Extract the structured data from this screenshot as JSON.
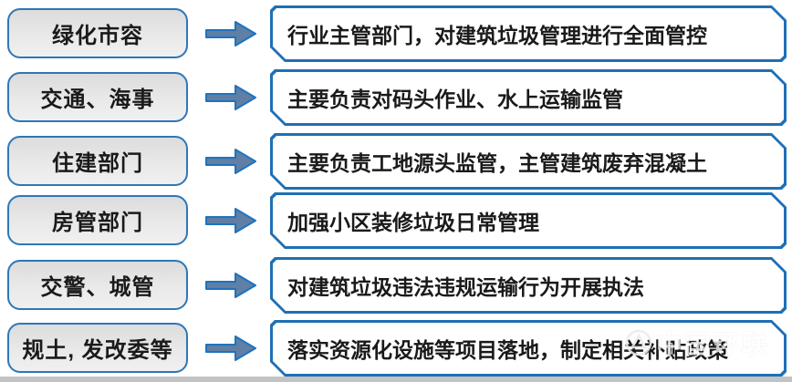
{
  "diagram": {
    "topic": "construction-waste-management-responsibilities",
    "rows": [
      {
        "department": "绿化市容",
        "responsibility": "行业主管部门，对建筑垃圾管理进行全面管控"
      },
      {
        "department": "交通、海事",
        "responsibility": "主要负责对码头作业、水上运输监管"
      },
      {
        "department": "住建部门",
        "responsibility": "主要负责工地源头监管，主管建筑废弃混凝土"
      },
      {
        "department": "房管部门",
        "responsibility": "加强小区装修垃圾日常管理"
      },
      {
        "department": "交警、城管",
        "responsibility": "对建筑垃圾违法违规运输行为开展执法"
      },
      {
        "department": "规土, 发改委等",
        "responsibility": "落实资源化设施等项目落地，制定相关补贴政策"
      }
    ]
  },
  "watermark": {
    "text": "中国环联",
    "logo": "compass-circle-icon"
  },
  "colors": {
    "box_border": "#1f6fb5",
    "left_border": "#2e77b8",
    "left_fill_top": "#dcdcdc",
    "left_fill_bottom": "#f0f0f0",
    "arrow_fill": "#5f7fa5",
    "arrow_stroke": "#1e73c0",
    "text": "#1a1a1a",
    "footer_bar": "#c3c3c3",
    "watermark": "#ffffff"
  }
}
